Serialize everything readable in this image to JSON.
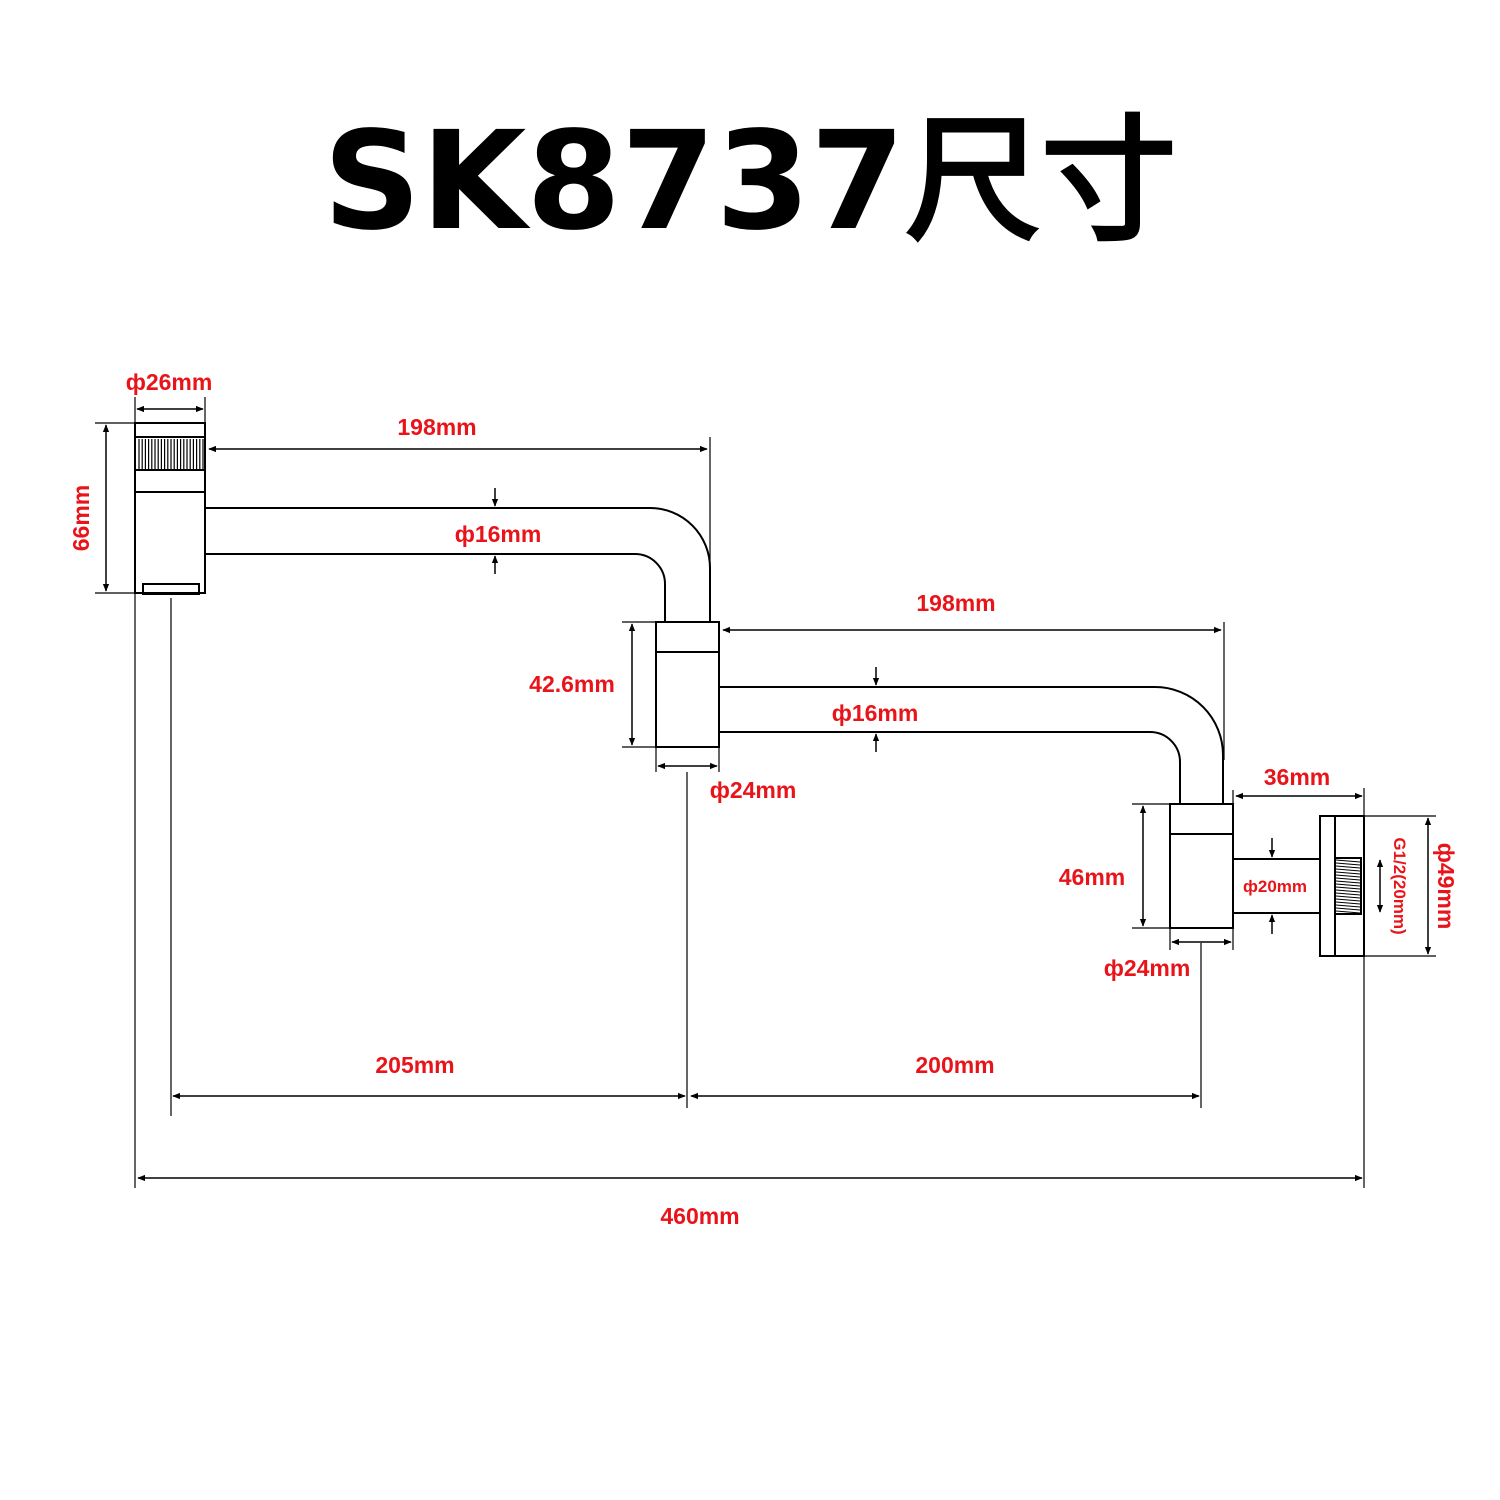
{
  "title": "SK8737尺寸",
  "dimensions": {
    "handle_diameter": "ф26mm",
    "handle_height": "66mm",
    "upper_arm_length": "198mm",
    "upper_arm_diameter": "ф16mm",
    "mid_joint_height": "42.6mm",
    "mid_joint_diameter": "ф24mm",
    "lower_arm_length": "198mm",
    "lower_arm_diameter": "ф16mm",
    "base_offset": "36mm",
    "lower_joint_height": "46mm",
    "stem_diameter": "ф20mm",
    "thread_spec": "G1/2(20mm)",
    "flange_diameter": "ф49mm",
    "lower_joint_diameter": "ф24mm",
    "span_left": "205mm",
    "span_right": "200mm",
    "overall_length": "460mm"
  },
  "colors": {
    "dimension_text": "#e8141a",
    "lines": "#000000",
    "background": "#ffffff"
  }
}
